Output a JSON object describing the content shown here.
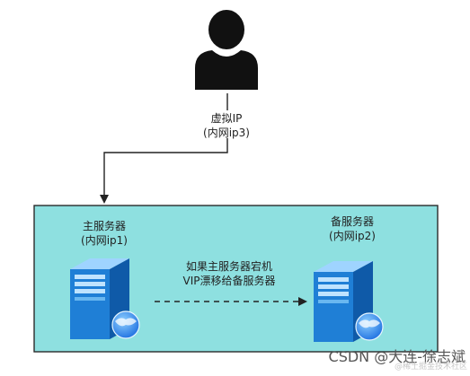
{
  "user": {
    "label": "虚拟IP",
    "sublabel": "(内网ip3)",
    "icon": "user-icon"
  },
  "network_box": {
    "fill": "#8ee0e0",
    "stroke": "#2b2b2b"
  },
  "primary_server": {
    "label": "主服务器",
    "sublabel": "(内网ip1)",
    "icon": "server-icon"
  },
  "backup_server": {
    "label": "备服务器",
    "sublabel": "(内网ip2)",
    "icon": "server-icon"
  },
  "failover": {
    "line1": "如果主服务器宕机",
    "line2": "VIP漂移给备服务器"
  },
  "watermark": {
    "text": "CSDN @大连-徐志斌",
    "sub": "@稀土掘金技术社区"
  },
  "colors": {
    "server_body": "#1f7fd6",
    "server_dark": "#0f5aa8",
    "server_light": "#69b7f0",
    "globe": "#1d6fe0",
    "user": "#111111"
  }
}
